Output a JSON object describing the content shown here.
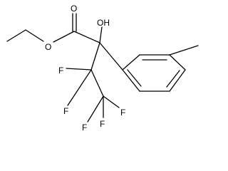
{
  "structure": {
    "atoms": {
      "ester_o_carbonyl": "O",
      "ester_o_single": "O",
      "hydroxyl": "OH",
      "f1": "F",
      "f2": "F",
      "f3": "F",
      "f4": "F",
      "f5": "F"
    },
    "colors": {
      "bond": "#000000",
      "label": "#000000",
      "background": "#ffffff"
    }
  }
}
